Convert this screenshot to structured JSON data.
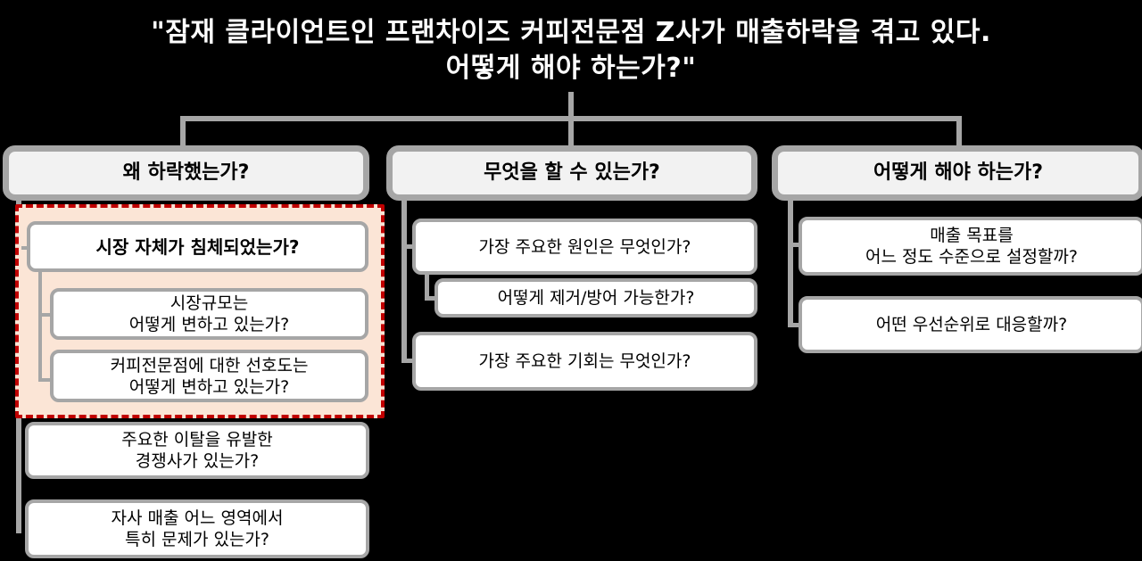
{
  "title": {
    "line1": "\"잠재 클라이언트인 프랜차이즈 커피전문점 Z사가 매출하락을 겪고 있다.",
    "line2": "어떻게 해야 하는가?\""
  },
  "colors": {
    "background": "#000000",
    "connector": "#a6a6a6",
    "header_fill": "#f2f2f2",
    "box_fill": "#ffffff",
    "highlight_fill": "#fbe5d6",
    "highlight_border": "#c00000"
  },
  "columns": [
    {
      "header": "왜 하락했는가?",
      "highlight": {
        "main": "시장 자체가 침체되었는가?",
        "subs": [
          "시장규모는\n어떻게 변하고 있는가?",
          "커피전문점에 대한 선호도는\n어떻게 변하고 있는가?"
        ]
      },
      "items": [
        "주요한 이탈을 유발한\n경쟁사가 있는가?",
        "자사 매출 어느 영역에서\n특히 문제가 있는가?"
      ]
    },
    {
      "header": "무엇을 할 수 있는가?",
      "items": [
        "가장 주요한 원인은 무엇인가?",
        "가장 주요한 기회는 무엇인가?"
      ],
      "sub_item": "어떻게 제거/방어 가능한가?"
    },
    {
      "header": "어떻게 해야 하는가?",
      "items": [
        "매출 목표를\n어느 정도 수준으로 설정할까?",
        "어떤 우선순위로 대응할까?"
      ]
    }
  ]
}
